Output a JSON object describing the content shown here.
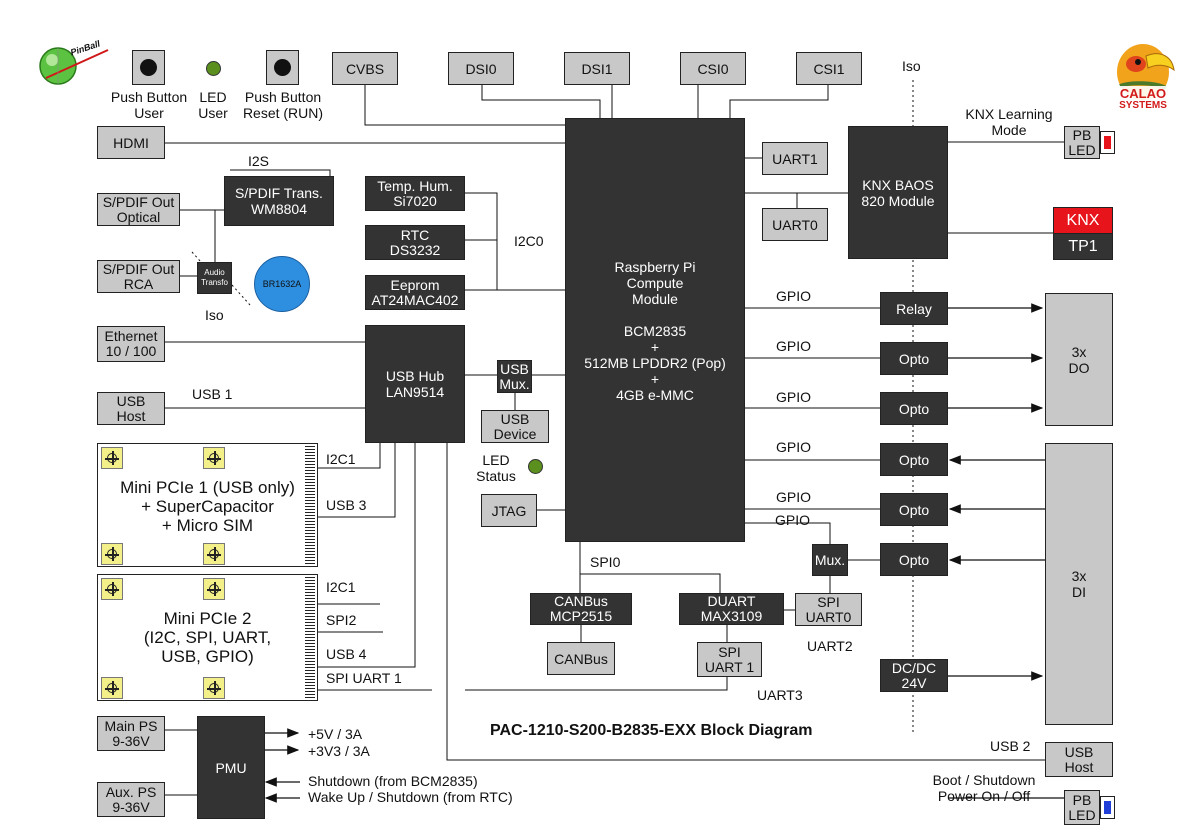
{
  "title": "PAC-1210-S200-B2835-EXX Block Diagram",
  "top": {
    "push_button_user": "Push Button\nUser",
    "led_user": "LED\nUser",
    "push_button_reset": "Push Button\nReset (RUN)",
    "cvbs": "CVBS",
    "dsi0": "DSI0",
    "dsi1": "DSI1",
    "csi0": "CSI0",
    "csi1": "CSI1",
    "iso": "Iso",
    "logo_pinball": "PinBall",
    "logo_calao": "CALAO",
    "logo_systems": "SYSTEMS"
  },
  "left": {
    "hdmi": "HDMI",
    "i2s": "I2S",
    "spdif_trans": "S/PDIF Trans.\nWM8804",
    "spdif_optical": "S/PDIF Out\nOptical",
    "spdif_rca": "S/PDIF Out\nRCA",
    "audio_transfo": "Audio\nTransfo",
    "iso": "Iso",
    "battery": "BR1632A",
    "temp_hum": "Temp. Hum.\nSi7020",
    "rtc": "RTC\nDS3232",
    "eeprom": "Eeprom\nAT24MAC402",
    "i2c0": "I2C0",
    "ethernet": "Ethernet\n10 / 100",
    "usb_host": "USB\nHost",
    "usb1": "USB 1",
    "usb_hub": "USB Hub\nLAN9514",
    "usb_mux": "USB\nMux.",
    "usb_device": "USB\nDevice",
    "led_status": "LED\nStatus",
    "jtag": "JTAG"
  },
  "pcie1": {
    "text": "Mini PCIe 1 (USB only)\n+ SuperCapacitor\n+ Micro SIM",
    "i2c1": "I2C1",
    "usb3": "USB 3"
  },
  "pcie2": {
    "text": "Mini PCIe 2\n(I2C, SPI, UART,\nUSB, GPIO)",
    "i2c1": "I2C1",
    "spi2": "SPI2",
    "usb4": "USB 4",
    "spi_uart1": "SPI UART 1"
  },
  "center": {
    "rpi": "Raspberry Pi\nCompute\nModule\n\nBCM2835\n+\n512MB LPDDR2 (Pop)\n+\n4GB e-MMC",
    "spi0": "SPI0",
    "canbus_ctrl": "CANBus\nMCP2515",
    "canbus": "CANBus",
    "duart": "DUART\nMAX3109",
    "spi_uart1": "SPI\nUART 1",
    "spi_uart0": "SPI\nUART0",
    "uart2": "UART2",
    "uart3": "UART3",
    "mux": "Mux."
  },
  "right": {
    "uart1": "UART1",
    "uart0": "UART0",
    "knx_baos": "KNX BAOS\n820 Module",
    "knx_learning": "KNX Learning\nMode",
    "pb_led": "PB\nLED",
    "knx": "KNX",
    "tp1": "TP1",
    "gpio": "GPIO",
    "relay": "Relay",
    "opto": "Opto",
    "do": "3x\nDO",
    "di": "3x\nDI",
    "dcdc": "DC/DC\n24V",
    "usb2": "USB 2",
    "usb_host": "USB\nHost",
    "boot_shutdown": "Boot / Shutdown\nPower On / Off",
    "pb_led2": "PB\nLED"
  },
  "power": {
    "main_ps": "Main PS\n9-36V",
    "aux_ps": "Aux. PS\n9-36V",
    "pmu": "PMU",
    "out_5v": "+5V / 3A",
    "out_3v3": "+3V3 / 3A",
    "shutdown": "Shutdown (from BCM2835)",
    "wakeup": "Wake Up / Shutdown (from RTC)"
  },
  "colors": {
    "dark": "#333333",
    "gray": "#c8c8c8",
    "knx_red": "#e8141b",
    "blue_battery": "#2e8fe0",
    "led_green": "#5b8f1e",
    "screw_yellow": "#f3f08a"
  }
}
